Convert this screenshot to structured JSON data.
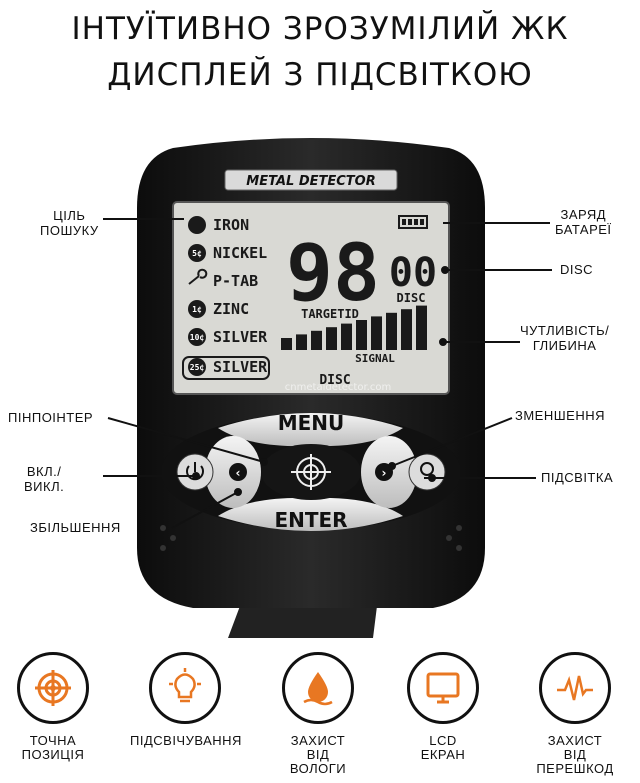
{
  "heading": {
    "line1": "ІНТУЇТИВНО ЗРОЗУМІЛИЙ ЖК",
    "line2": "ДИСПЛЕЙ З ПІДСВІТКОЮ"
  },
  "device": {
    "brand": "METAL DETECTOR",
    "watermark": "cnmetaldetector.com",
    "lcd": {
      "targets": [
        "IRON",
        "NICKEL",
        "P-TAB",
        "ZINC",
        "SILVER",
        "SILVER"
      ],
      "coin_labels": [
        "5¢",
        "1¢",
        "10¢",
        "25¢"
      ],
      "big_number": "98",
      "small_number": "00",
      "disc_small": "DISC",
      "targetid": "TARGETID",
      "signal": "SIGNAL",
      "disc_bottom": "DISC",
      "signal_bars": 10
    },
    "buttons": {
      "menu": "MENU",
      "enter": "ENTER"
    }
  },
  "callouts": {
    "target": "ЦІЛЬ\nПОШУКУ",
    "battery": "ЗАРЯД\nБАТАРЕЇ",
    "disc": "DISC",
    "sensitivity": "ЧУТЛИВІСТЬ/\nГЛИБИНА",
    "pinpointer": "ПІНПОІНТЕР",
    "decrease": "ЗМЕНШЕННЯ",
    "power": "ВКЛ./\nВИКЛ.",
    "backlight": "ПІДСВІТКА",
    "increase": "ЗБІЛЬШЕННЯ"
  },
  "features": [
    {
      "icon": "target-icon",
      "label": "ТОЧНА\nПОЗИЦІЯ"
    },
    {
      "icon": "lightbulb-icon",
      "label": "ПІДСВІЧУВАННЯ"
    },
    {
      "icon": "water-drop-icon",
      "label": "ЗАХИСТ\nВІД\nВОЛОГИ"
    },
    {
      "icon": "monitor-icon",
      "label": "LCD\nЕКРАН"
    },
    {
      "icon": "pulse-icon",
      "label": "ЗАХИСТ\nВІД\nПЕРЕШКОД"
    }
  ],
  "colors": {
    "accent": "#e87722",
    "lcd_bg": "#d9d9d4",
    "body": "#1b1b1b"
  }
}
